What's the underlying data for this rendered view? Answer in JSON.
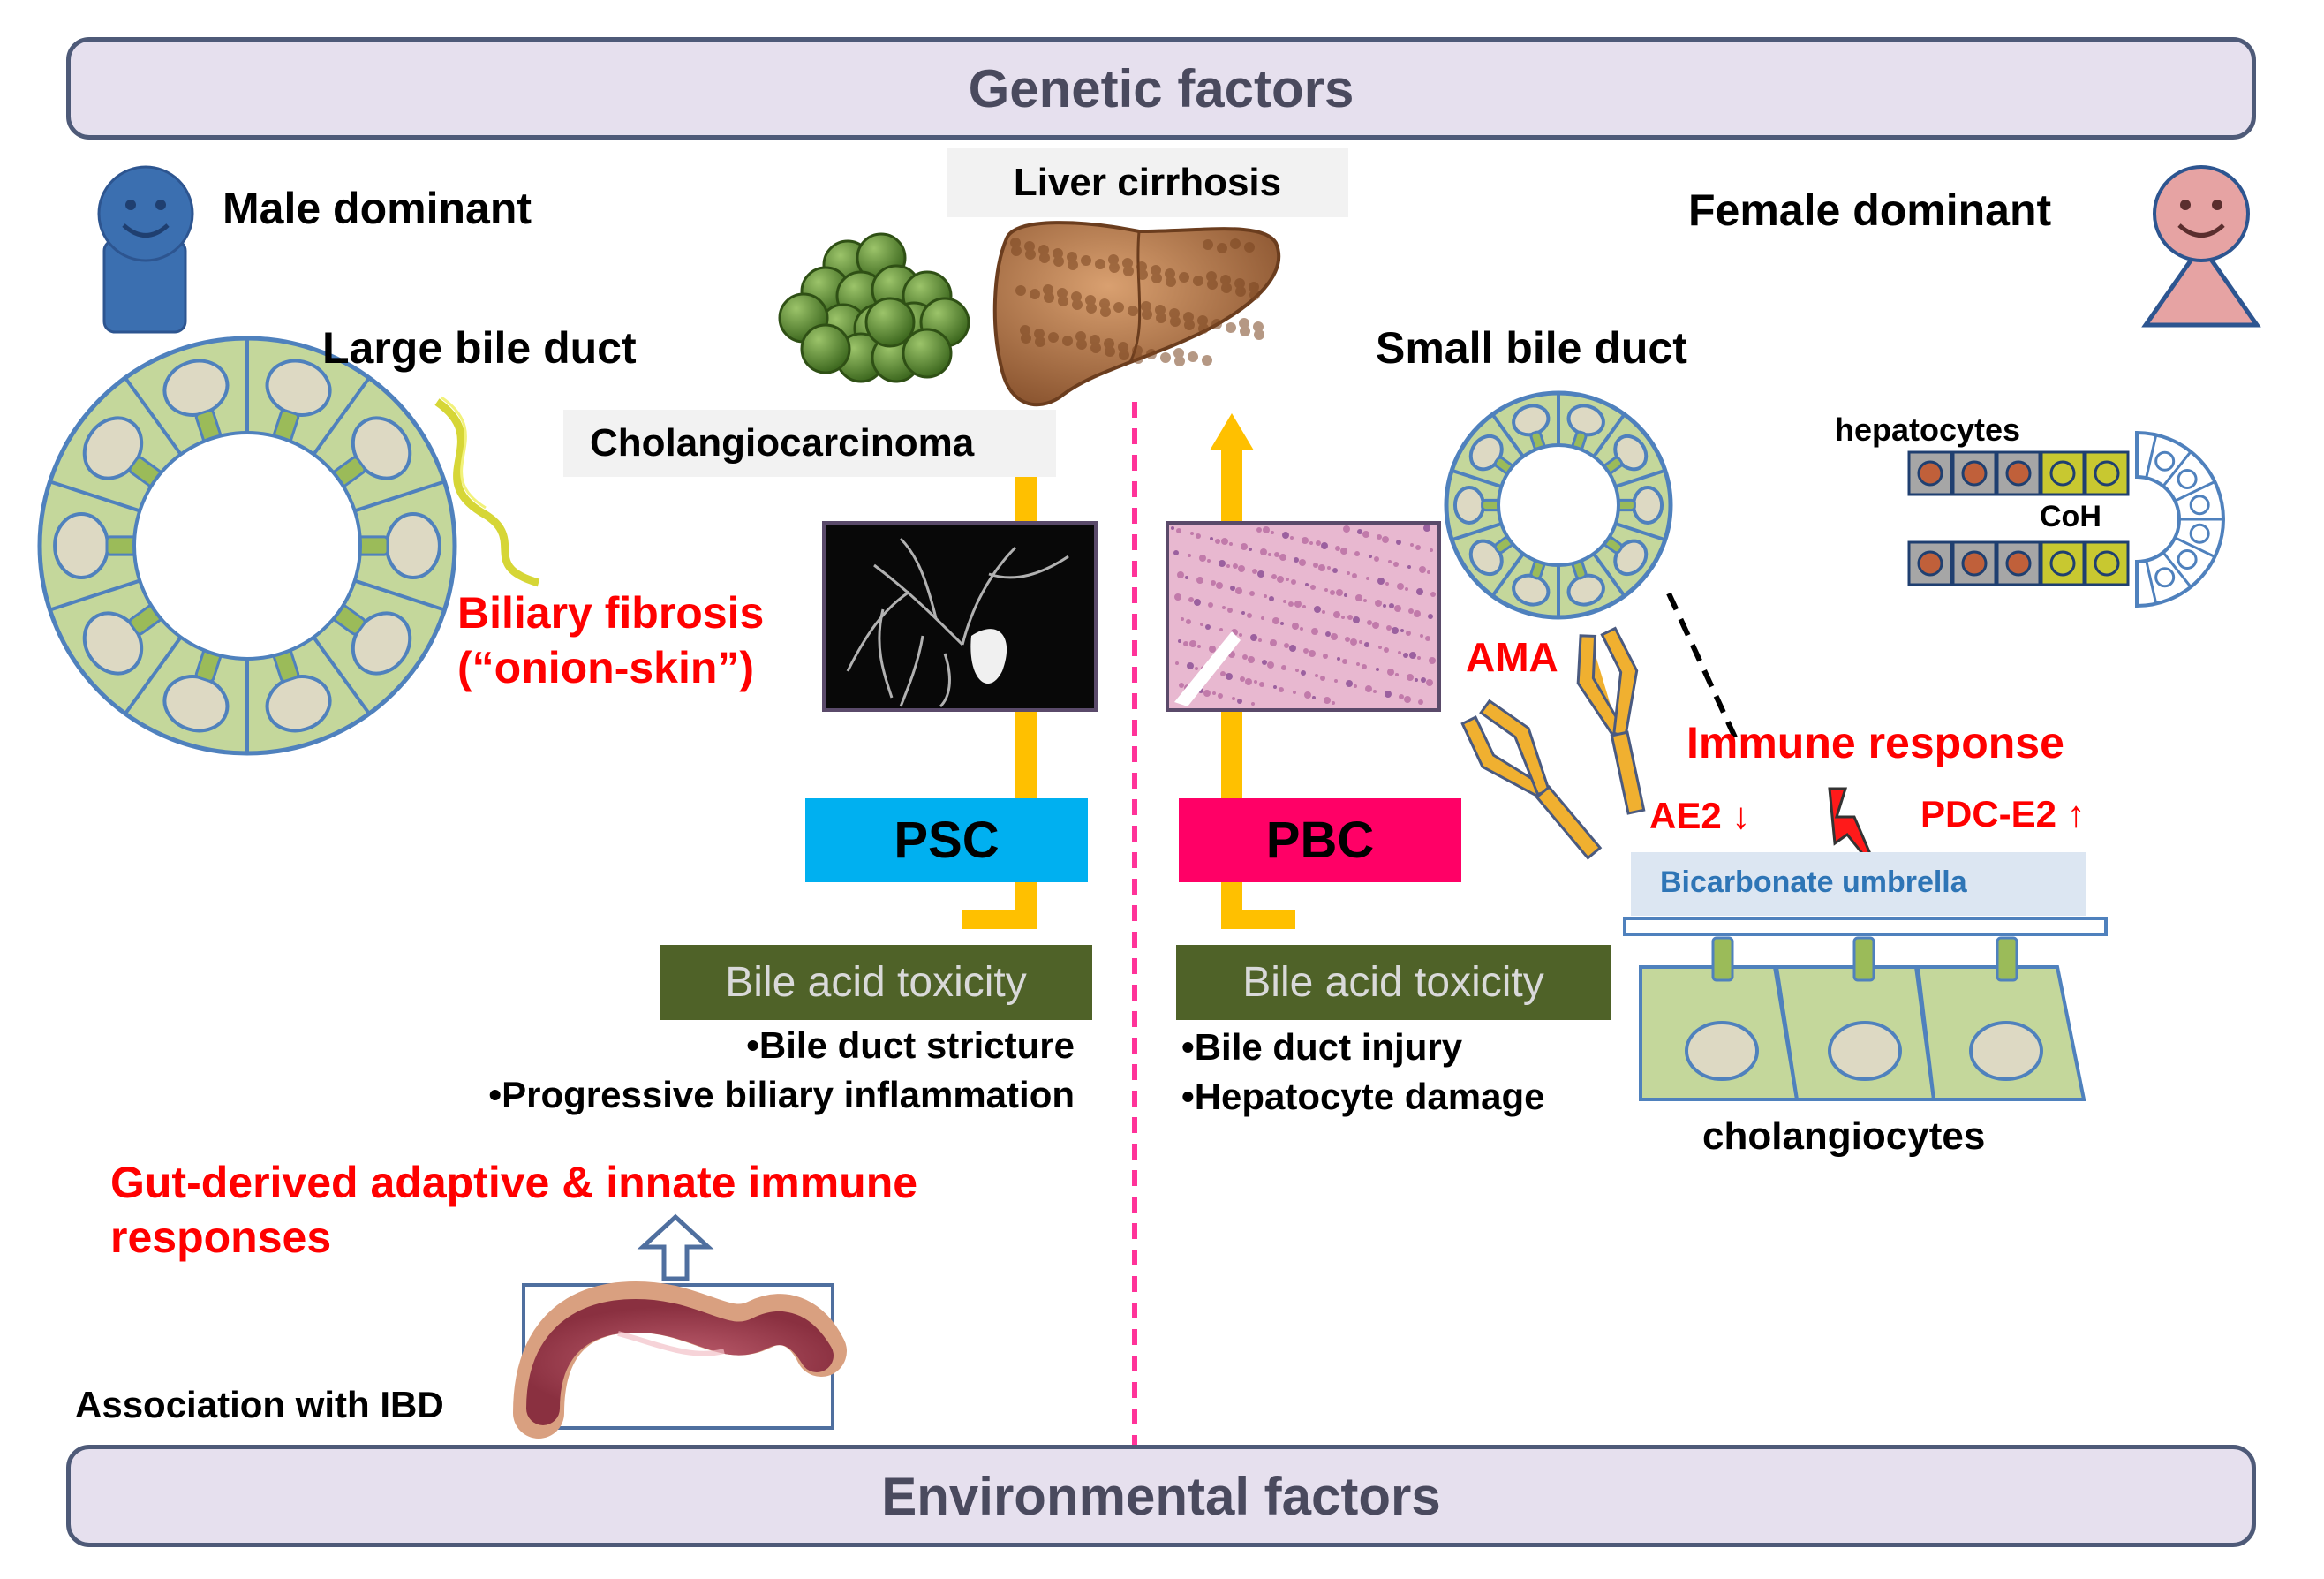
{
  "banners": {
    "genetic": "Genetic factors",
    "environmental": "Environmental factors"
  },
  "left": {
    "sex": "Male dominant",
    "duct": "Large bile duct",
    "fibrosis_line1": "Biliary fibrosis",
    "fibrosis_line2": "(“onion-skin”)",
    "cholangiocarcinoma": "Cholangiocarcinoma",
    "disease": "PSC",
    "toxicity": "Bile acid toxicity",
    "bullet1": "•Bile duct stricture",
    "bullet2": "•Progressive biliary inflammation",
    "gut_line1": "Gut-derived adaptive  & innate immune",
    "gut_line2": "responses",
    "ibd": "Association with IBD"
  },
  "center": {
    "cirrhosis": "Liver cirrhosis"
  },
  "right": {
    "sex": "Female dominant",
    "duct": "Small bile duct",
    "hepatocytes": "hepatocytes",
    "coh": "CoH",
    "ama": "AMA",
    "immune": "Immune response",
    "ae2": "AE2 ↓",
    "pdc": "PDC-E2 ↑",
    "umbrella": "Bicarbonate umbrella",
    "disease": "PBC",
    "toxicity": "Bile acid toxicity",
    "bullet1": "•Bile duct injury",
    "bullet2": "•Hepatocyte damage",
    "cholangiocytes": "cholangiocytes"
  },
  "colors": {
    "psc": "#00b0f0",
    "pbc": "#ff0066",
    "toxicity_bg": "#4f6228",
    "arrow": "#ffc000",
    "duct_fill": "#c4d79b",
    "duct_stroke": "#4f81bd",
    "divider": "#ff3399"
  }
}
